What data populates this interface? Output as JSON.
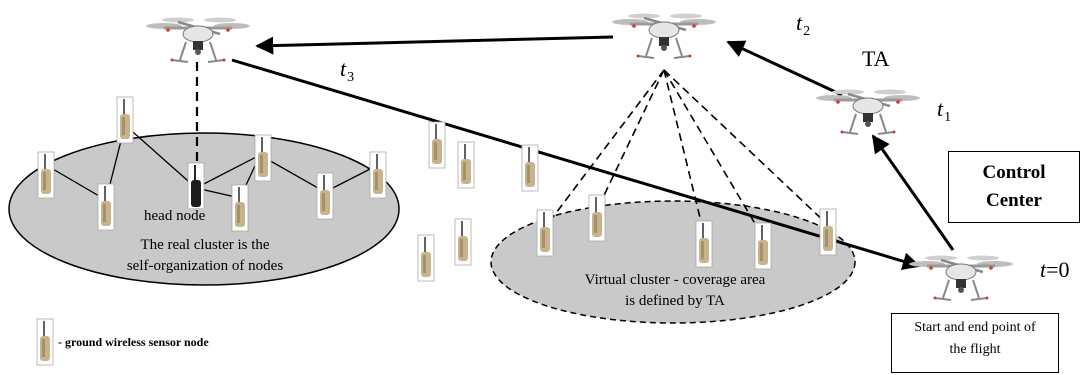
{
  "labels": {
    "t0_var": "t",
    "t0_eq": "=0",
    "t1_var": "t",
    "t1_sub": "1",
    "t2_var": "t",
    "t2_sub": "2",
    "t3_var": "t",
    "t3_sub": "3",
    "ta": "TA",
    "head_node": "head node",
    "real_cluster_line1": "The real cluster is the",
    "real_cluster_line2": "self-organization of nodes",
    "virtual_cluster_line1": "Virtual cluster - coverage area",
    "virtual_cluster_line2": "is defined by TA",
    "control_center_line1": "Control",
    "control_center_line2": "Center",
    "start_end_line1": "Start and end point of",
    "start_end_line2": "the flight",
    "legend": "- ground wireless sensor node"
  },
  "colors": {
    "cluster_fill": "#c9c9c9",
    "drone_body": "#e6e6e6",
    "sensor_body": "#c8b48c",
    "line": "#000000"
  }
}
